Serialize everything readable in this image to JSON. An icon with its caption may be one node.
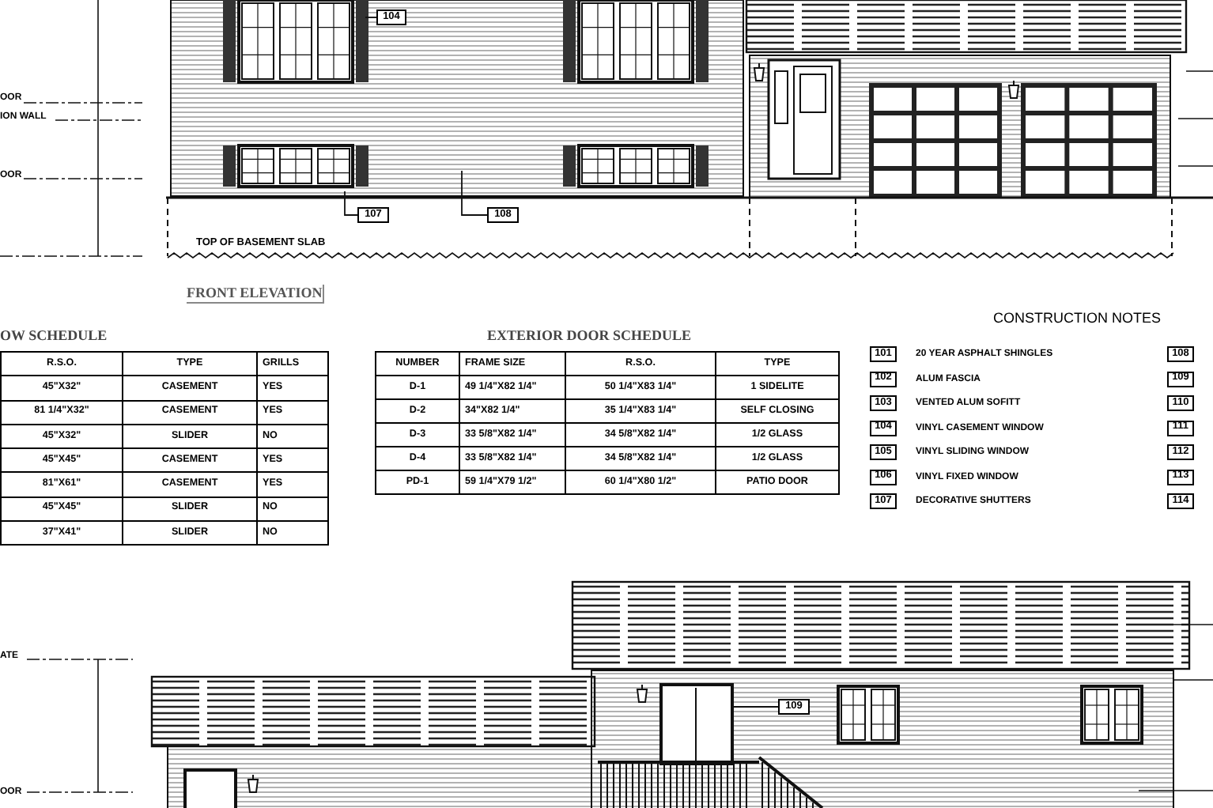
{
  "diagram": {
    "nodes": [
      {
        "text": [
          "104"
        ]
      },
      {
        "text": [
          "107"
        ]
      },
      {
        "text": [
          "108"
        ]
      },
      {
        "text": [
          "101"
        ],
        "beside": [
          "20 YEAR ASPHALT SHINGLES"
        ]
      },
      {
        "text": [
          "102"
        ],
        "beside": [
          "ALUM FASCIA"
        ]
      },
      {
        "text": [
          "103"
        ],
        "beside": [
          "VENTED ALUM SOFITT"
        ]
      },
      {
        "text": [
          "104"
        ],
        "beside": [
          "VINYL CASEMENT WINDOW"
        ]
      },
      {
        "text": [
          "105"
        ],
        "beside": [
          "VINYL SLIDING WINDOW"
        ]
      },
      {
        "text": [
          "106"
        ],
        "beside": [
          "VINYL FIXED WINDOW"
        ]
      },
      {
        "text": [
          "107"
        ],
        "beside": [
          "DECORATIVE SHUTTERS"
        ]
      },
      {
        "text": [
          "108"
        ]
      },
      {
        "text": [
          "109"
        ]
      },
      {
        "text": [
          "110"
        ]
      },
      {
        "text": [
          "111"
        ]
      },
      {
        "text": [
          "112"
        ]
      },
      {
        "text": [
          "113"
        ]
      },
      {
        "text": [
          "114"
        ]
      },
      {
        "text": [
          "109"
        ]
      }
    ],
    "edges": [
      {
        "from": 0,
        "to": null,
        "arrow": "none"
      },
      {
        "from": 1,
        "to": null,
        "arrow": "none"
      },
      {
        "from": 2,
        "to": null,
        "arrow": "none"
      },
      {
        "from": 17,
        "to": null,
        "arrow": "none"
      }
    ],
    "labels": [
      "OOR",
      "ION WALL",
      "OOR",
      "TOP OF BASEMENT SLAB",
      "FRONT ELEVATION",
      "CONSTRUCTION NOTES",
      "OW SCHEDULE",
      "EXTERIOR DOOR SCHEDULE",
      "R.S.O.",
      "TYPE",
      "GRILLS",
      "45\"X32\"",
      "CASEMENT",
      "YES",
      "81 1/4\"X32\"",
      "CASEMENT",
      "YES",
      "45\"X32\"",
      "SLIDER",
      "NO",
      "45\"X45\"",
      "CASEMENT",
      "YES",
      "81\"X61\"",
      "CASEMENT",
      "YES",
      "45\"X45\"",
      "SLIDER",
      "NO",
      "37\"X41\"",
      "SLIDER",
      "NO",
      "NUMBER",
      "FRAME SIZE",
      "R.S.O.",
      "TYPE",
      "D-1",
      "49 1/4\"X82 1/4\"",
      "50 1/4\"X83 1/4\"",
      "1 SIDELITE",
      "D-2",
      "34\"X82 1/4\"",
      "35 1/4\"X83 1/4\"",
      "SELF CLOSING",
      "D-3",
      "33 5/8\"X82 1/4\"",
      "34 5/8\"X82 1/4\"",
      "1/2 GLASS",
      "D-4",
      "33 5/8\"X82 1/4\"",
      "34 5/8\"X82 1/4\"",
      "1/2 GLASS",
      "PD-1",
      "59 1/4\"X79 1/2\"",
      "60 1/4\"X80 1/2\"",
      "PATIO DOOR",
      "ATE",
      "OOR"
    ]
  }
}
